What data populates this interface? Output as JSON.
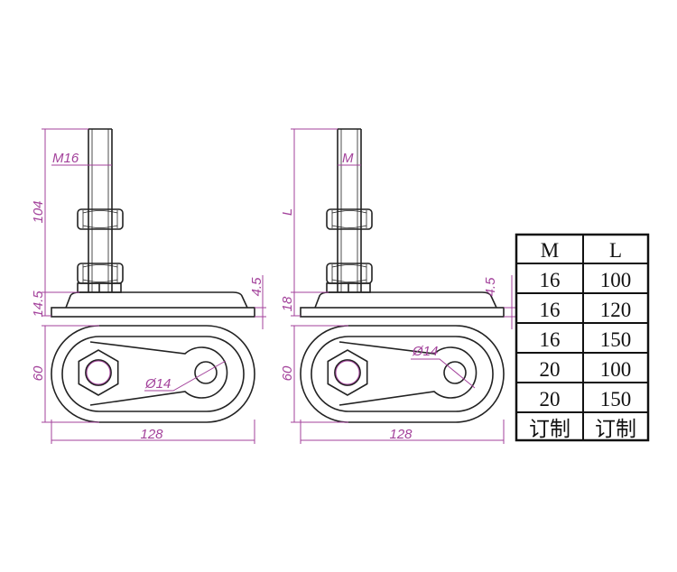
{
  "colors": {
    "outline": "#222222",
    "dimension": "#a3429b"
  },
  "left_view": {
    "thread_label": "M16",
    "length_label": "104",
    "base_height_label": "14.5",
    "plate_thickness_label": "4.5",
    "width_label": "60",
    "length_total_label": "128",
    "hole_label": "Ø14"
  },
  "right_view": {
    "thread_label": "M",
    "length_label": "L",
    "base_height_label": "18",
    "plate_thickness_label": "4.5",
    "width_label": "60",
    "length_total_label": "128",
    "hole_label": "Ø14"
  },
  "table": {
    "headers": [
      "M",
      "L"
    ],
    "rows": [
      [
        "16",
        "100"
      ],
      [
        "16",
        "120"
      ],
      [
        "16",
        "150"
      ],
      [
        "20",
        "100"
      ],
      [
        "20",
        "150"
      ],
      [
        "订制",
        "订制"
      ]
    ]
  }
}
